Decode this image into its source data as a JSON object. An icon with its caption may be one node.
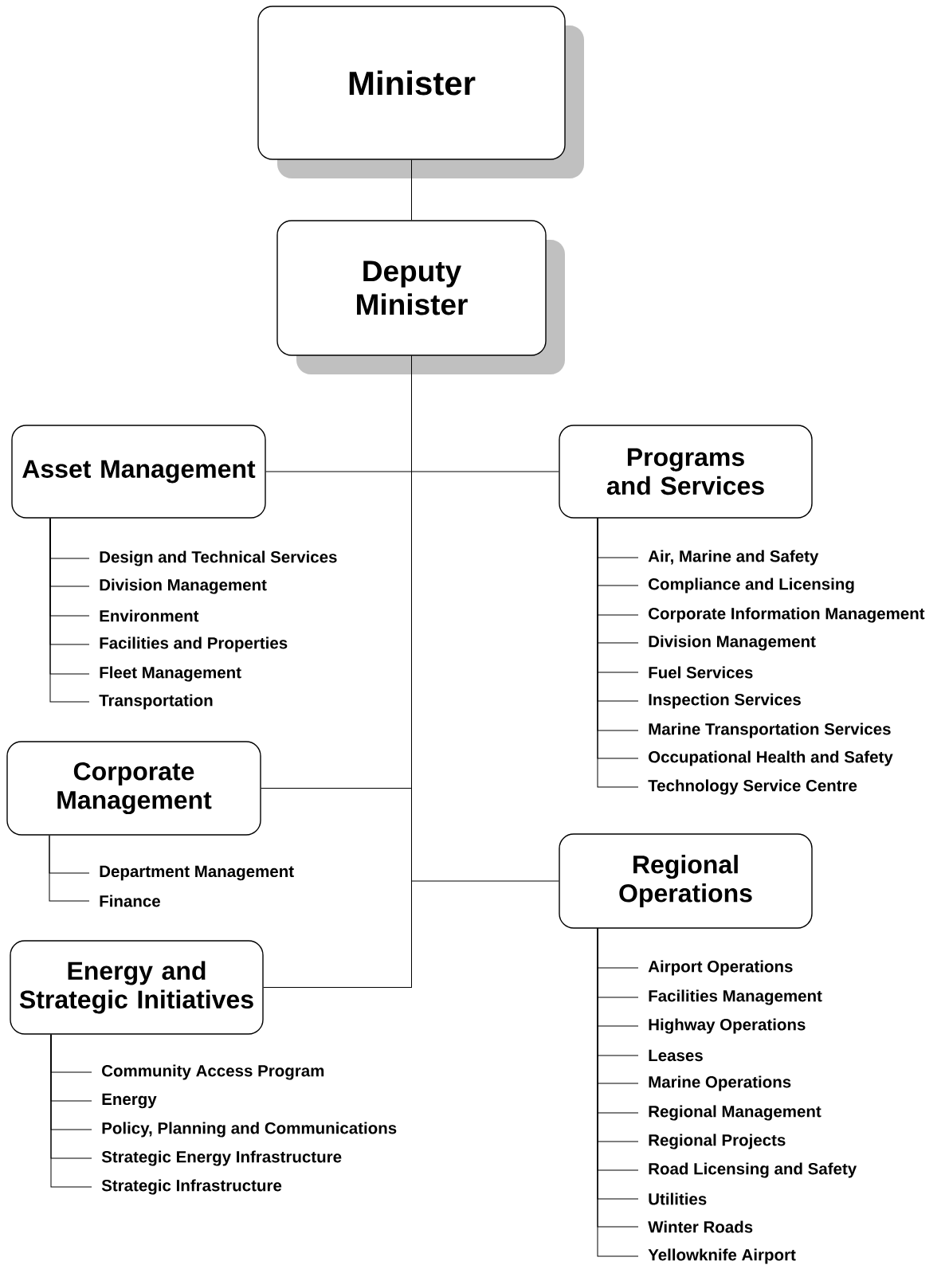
{
  "diagram": {
    "nodes": [
      {
        "text": [
          "Minister"
        ]
      },
      {
        "text": [
          "Deputy Minister"
        ]
      },
      {
        "text": [
          "Asset Management"
        ]
      },
      {
        "text": [
          "Programs and Services"
        ]
      },
      {
        "text": [
          "Corporate Management"
        ]
      },
      {
        "text": [
          "Regional Operations"
        ]
      },
      {
        "text": [
          "Energy and Strategic Initiatives"
        ]
      },
      {
        "text": [
          "Design and Technical Services"
        ]
      },
      {
        "text": [
          "Division Management"
        ]
      },
      {
        "text": [
          "Environment"
        ]
      },
      {
        "text": [
          "Facilities and Properties"
        ]
      },
      {
        "text": [
          "Fleet Management"
        ]
      },
      {
        "text": [
          "Transportation"
        ]
      },
      {
        "text": [
          "Air, Marine and Safety"
        ]
      },
      {
        "text": [
          "Compliance and Licensing"
        ]
      },
      {
        "text": [
          "Corporate Information Management"
        ]
      },
      {
        "text": [
          "Division Management"
        ]
      },
      {
        "text": [
          "Fuel Services"
        ]
      },
      {
        "text": [
          "Inspection Services"
        ]
      },
      {
        "text": [
          "Marine Transportation Services"
        ]
      },
      {
        "text": [
          "Occupational Health and Safety"
        ]
      },
      {
        "text": [
          "Technology Service Centre"
        ]
      },
      {
        "text": [
          "Department Management"
        ]
      },
      {
        "text": [
          "Finance"
        ]
      },
      {
        "text": [
          "Community Access Program"
        ]
      },
      {
        "text": [
          "Energy"
        ]
      },
      {
        "text": [
          "Policy, Planning and Communications"
        ]
      },
      {
        "text": [
          "Strategic Energy Infrastructure"
        ]
      },
      {
        "text": [
          "Strategic Infrastructure"
        ]
      },
      {
        "text": [
          "Airport Operations"
        ]
      },
      {
        "text": [
          "Facilities Management"
        ]
      },
      {
        "text": [
          "Highway Operations"
        ]
      },
      {
        "text": [
          "Leases"
        ]
      },
      {
        "text": [
          "Marine Operations"
        ]
      },
      {
        "text": [
          "Regional Management"
        ]
      },
      {
        "text": [
          "Regional Projects"
        ]
      },
      {
        "text": [
          "Road Licensing and Safety"
        ]
      },
      {
        "text": [
          "Utilities"
        ]
      },
      {
        "text": [
          "Winter Roads"
        ]
      },
      {
        "text": [
          "Yellowknife Airport"
        ]
      }
    ],
    "edges": [
      {
        "from": 0,
        "to": 1,
        "arrow": "none"
      },
      {
        "from": 1,
        "to": 2,
        "arrow": "none"
      },
      {
        "from": 1,
        "to": 3,
        "arrow": "none"
      },
      {
        "from": 1,
        "to": 4,
        "arrow": "none"
      },
      {
        "from": 1,
        "to": 5,
        "arrow": "none"
      },
      {
        "from": 1,
        "to": 6,
        "arrow": "none"
      },
      {
        "from": 2,
        "to": 7,
        "arrow": "none"
      },
      {
        "from": 2,
        "to": 8,
        "arrow": "none"
      },
      {
        "from": 2,
        "to": 9,
        "arrow": "none"
      },
      {
        "from": 2,
        "to": 10,
        "arrow": "none"
      },
      {
        "from": 2,
        "to": 11,
        "arrow": "none"
      },
      {
        "from": 2,
        "to": 12,
        "arrow": "none"
      },
      {
        "from": 3,
        "to": 13,
        "arrow": "none"
      },
      {
        "from": 3,
        "to": 14,
        "arrow": "none"
      },
      {
        "from": 3,
        "to": 15,
        "arrow": "none"
      },
      {
        "from": 3,
        "to": 16,
        "arrow": "none"
      },
      {
        "from": 3,
        "to": 17,
        "arrow": "none"
      },
      {
        "from": 3,
        "to": 18,
        "arrow": "none"
      },
      {
        "from": 3,
        "to": 19,
        "arrow": "none"
      },
      {
        "from": 3,
        "to": 20,
        "arrow": "none"
      },
      {
        "from": 3,
        "to": 21,
        "arrow": "none"
      },
      {
        "from": 4,
        "to": 22,
        "arrow": "none"
      },
      {
        "from": 4,
        "to": 23,
        "arrow": "none"
      },
      {
        "from": 6,
        "to": 24,
        "arrow": "none"
      },
      {
        "from": 6,
        "to": 25,
        "arrow": "none"
      },
      {
        "from": 6,
        "to": 26,
        "arrow": "none"
      },
      {
        "from": 6,
        "to": 27,
        "arrow": "none"
      },
      {
        "from": 6,
        "to": 28,
        "arrow": "none"
      },
      {
        "from": 5,
        "to": 29,
        "arrow": "none"
      },
      {
        "from": 5,
        "to": 30,
        "arrow": "none"
      },
      {
        "from": 5,
        "to": 31,
        "arrow": "none"
      },
      {
        "from": 5,
        "to": 32,
        "arrow": "none"
      },
      {
        "from": 5,
        "to": 33,
        "arrow": "none"
      },
      {
        "from": 5,
        "to": 34,
        "arrow": "none"
      },
      {
        "from": 5,
        "to": 35,
        "arrow": "none"
      },
      {
        "from": 5,
        "to": 36,
        "arrow": "none"
      },
      {
        "from": 5,
        "to": 37,
        "arrow": "none"
      },
      {
        "from": 5,
        "to": 38,
        "arrow": "none"
      },
      {
        "from": 5,
        "to": 39,
        "arrow": "none"
      }
    ]
  }
}
